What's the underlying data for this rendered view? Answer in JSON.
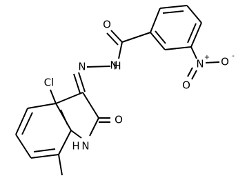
{
  "atom_labels": {
    "carbonyl_oxygen_amide": "O",
    "hydrazone_nh": "N",
    "hydrazone_h": "H",
    "hydrazone_n": "N",
    "chlorine": "Cl",
    "nitro_nitrogen": "N",
    "nitro_plus": "+",
    "nitro_oxygen_left": "O",
    "nitro_oxygen_right": "O",
    "nitro_minus": "-",
    "lactam_oxygen": "O",
    "indole_nh": "H",
    "indole_n": "N"
  },
  "colors": {
    "bond": "#000000",
    "label": "#000000",
    "background": "#ffffff"
  }
}
